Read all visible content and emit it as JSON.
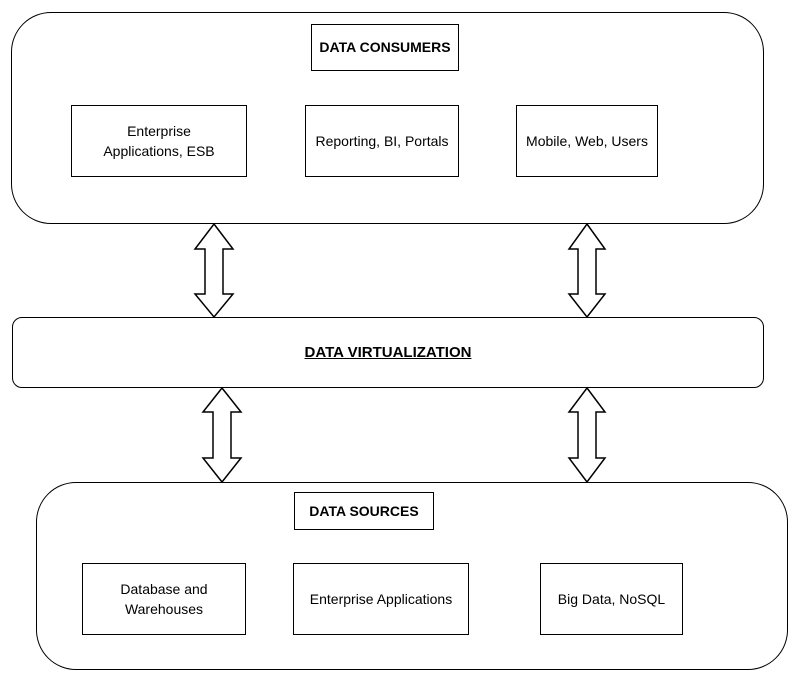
{
  "consumers": {
    "title": "DATA CONSUMERS",
    "items": [
      "Enterprise Applications, ESB",
      "Reporting, BI, Portals",
      "Mobile, Web, Users"
    ]
  },
  "virtualization": {
    "label": "DATA VIRTUALIZATION"
  },
  "sources": {
    "title": "DATA SOURCES",
    "items": [
      "Database and Warehouses",
      "Enterprise Applications",
      "Big Data, NoSQL"
    ]
  },
  "arrows": {
    "type": "bidirectional",
    "count": 4
  }
}
